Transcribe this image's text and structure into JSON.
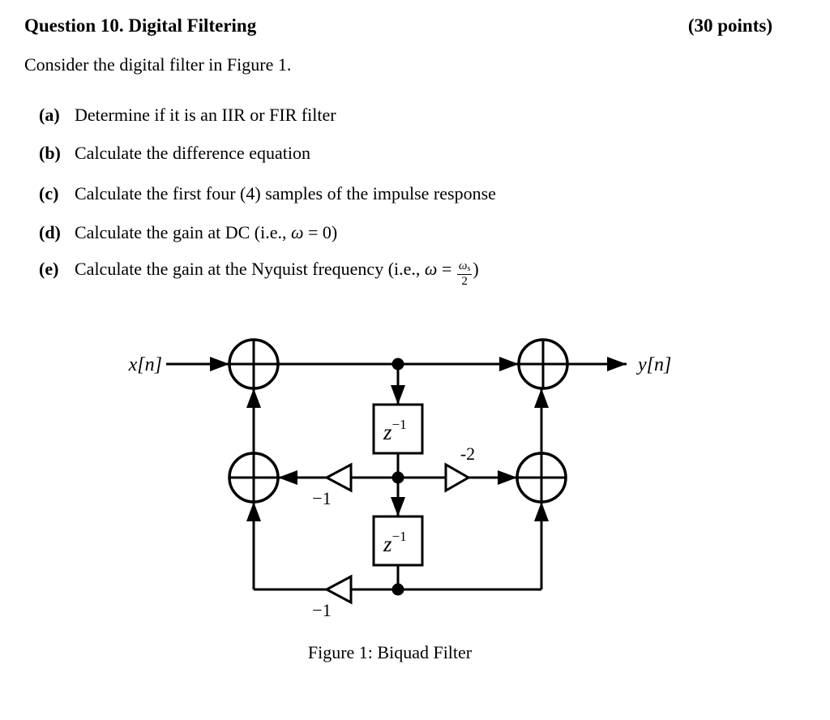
{
  "header": {
    "title": "Question 10. Digital Filtering",
    "points": "(30 points)"
  },
  "intro": "Consider the digital filter in Figure 1.",
  "items": [
    {
      "label": "(a)",
      "text": "Determine if it is an IIR or FIR filter"
    },
    {
      "label": "(b)",
      "text": "Calculate the difference equation"
    },
    {
      "label": "(c)",
      "text": "Calculate the first four (4) samples of the impulse response"
    },
    {
      "label": "(d)",
      "text_before": "Calculate the gain at DC (i.e., ",
      "var": "ω",
      "text_after": " = 0)"
    },
    {
      "label": "(e)",
      "text_before": "Calculate the gain at the Nyquist frequency (i.e., ",
      "var": "ω",
      "equals": " = ",
      "frac_num_base": "ω",
      "frac_num_sub": "s",
      "frac_den": "2",
      "text_after": ")"
    }
  ],
  "diagram": {
    "type": "signal-flow-block-diagram",
    "input_label": "x[n]",
    "output_label": "y[n]",
    "delay_base": "z",
    "delay_sup": "−1",
    "gain_mid_left": "−1",
    "gain_mid_right": "-2",
    "gain_bottom": "−1",
    "ink_color": "#000000",
    "background_color": "#ffffff"
  },
  "caption": "Figure 1: Biquad Filter"
}
